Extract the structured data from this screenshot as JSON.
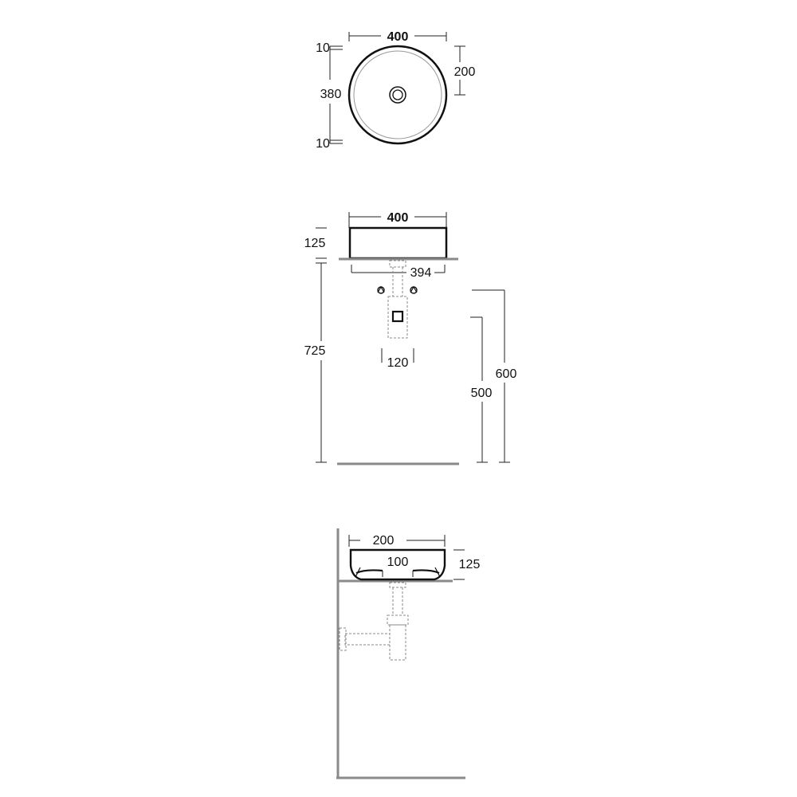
{
  "colors": {
    "line": "#111111",
    "wall": "#8a8a8a",
    "plumbing": "#8a8a8a"
  },
  "top_view": {
    "width_label": "400",
    "depth_label": "200",
    "rim_top_label": "10",
    "inner_label": "380",
    "rim_bottom_label": "10"
  },
  "front_view": {
    "width_label": "400",
    "height_label": "125",
    "base_label": "394",
    "trap_label": "120",
    "counter_height_label": "725",
    "waste_height_label": "600",
    "supply_height_label": "500"
  },
  "side_view": {
    "depth_label": "200",
    "drain_offset_label": "100",
    "height_label": "125"
  }
}
